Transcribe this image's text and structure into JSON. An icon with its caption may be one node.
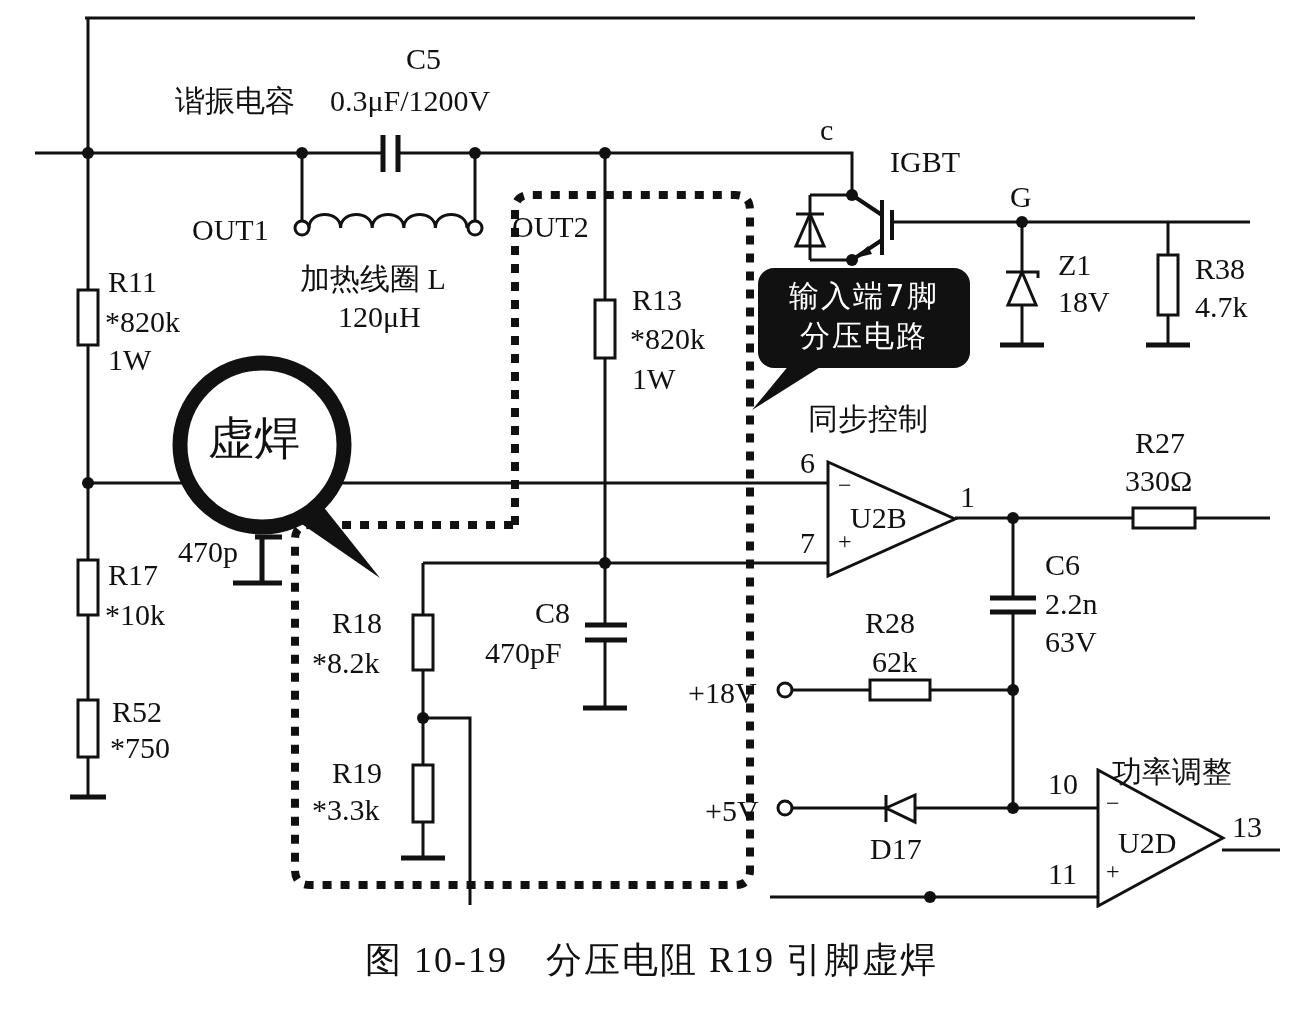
{
  "diagram": {
    "caption": "图 10-19　分压电阻 R19 引脚虚焊",
    "nodes": [
      {
        "text": [
          "虚焊"
        ]
      },
      {
        "text": [
          "输入端7脚分压电路"
        ]
      },
      {
        "text": [
          "−",
          "U2B",
          "+"
        ],
        "beside": [
          "6",
          "1",
          "7"
        ]
      },
      {
        "text": [
          "−",
          "U2D",
          "+"
        ],
        "beside": [
          "10",
          "13",
          "11"
        ]
      }
    ],
    "labels": [
      "C5",
      "谐振电容",
      "0.3μF/1200V",
      "c",
      "IGBT",
      "G",
      "OUT1",
      "OUT2",
      "R11",
      "加热线圈 L",
      "Z1",
      "R38",
      "R13",
      "18V",
      "4.7k",
      "*820k",
      "120μH",
      "*820k",
      "1W",
      "1W",
      "同步控制",
      "R27",
      "330Ω",
      "470p",
      "C6",
      "R17",
      "*10k",
      "2.2n",
      "R18",
      "C8",
      "R28",
      "63V",
      "*8.2k",
      "470pF",
      "62k",
      "+18V",
      "R52",
      "*750",
      "R19",
      "功率调整",
      "*3.3k",
      "+5V",
      "D17"
    ]
  }
}
